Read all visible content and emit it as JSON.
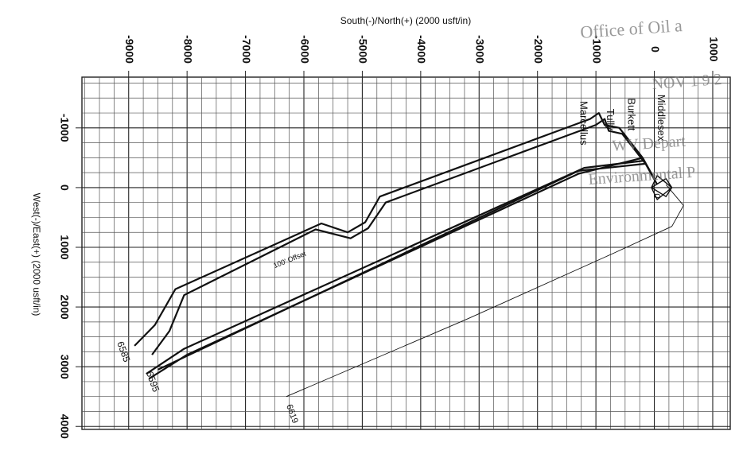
{
  "chart_data": {
    "type": "line",
    "title": "",
    "top_axis_label": "South(-)/North(+) (2000 usft/in)",
    "left_axis_label": "West(-)/East(+) (2000 usft/in)",
    "x_ticks": [
      -9000,
      -8000,
      -7000,
      -6000,
      -5000,
      -4000,
      -3000,
      -2000,
      -1000,
      0,
      1000
    ],
    "x_tick_labels": [
      "-9000",
      "-8000",
      "-7000",
      "-6000",
      "-5000",
      "-4000",
      "-3000",
      "-2000",
      "-1000",
      "0",
      "1000"
    ],
    "y_ticks": [
      -1000,
      0,
      1000,
      2000,
      3000,
      4000
    ],
    "y_tick_labels": [
      "-1000",
      "0",
      "1000",
      "2000",
      "3000",
      "4000"
    ],
    "xlim": [
      -9800,
      1300
    ],
    "ylim": [
      -1850,
      4050
    ],
    "grid": true,
    "formation_labels": [
      {
        "text": "Marcellus"
      },
      {
        "text": "Tully"
      },
      {
        "text": "Burkett"
      },
      {
        "text": "Middlesex"
      }
    ],
    "annotations": [
      {
        "text": "100' Offset"
      },
      {
        "text": "6585"
      },
      {
        "text": "6595"
      },
      {
        "text": "6619"
      },
      {
        "text": "0"
      }
    ],
    "series": [
      {
        "points": [
          [
            -8600,
            2800
          ],
          [
            -8300,
            2400
          ],
          [
            -8050,
            1800
          ],
          [
            -5800,
            700
          ],
          [
            -5200,
            850
          ],
          [
            -4900,
            680
          ],
          [
            -4600,
            250
          ],
          [
            -1000,
            -1050
          ],
          [
            -850,
            -1150
          ],
          [
            -780,
            -950
          ],
          [
            -550,
            -900
          ],
          [
            -350,
            -650
          ],
          [
            -150,
            -400
          ],
          [
            50,
            -50
          ]
        ]
      },
      {
        "points": [
          [
            -8900,
            2650
          ],
          [
            -8550,
            2300
          ],
          [
            -8200,
            1700
          ],
          [
            -5700,
            600
          ],
          [
            -5250,
            750
          ],
          [
            -4950,
            580
          ],
          [
            -4700,
            150
          ],
          [
            -1100,
            -1150
          ],
          [
            -950,
            -1250
          ],
          [
            -850,
            -1050
          ],
          [
            -600,
            -1000
          ],
          [
            -400,
            -750
          ],
          [
            -200,
            -500
          ],
          [
            0,
            -150
          ]
        ]
      },
      {
        "points": [
          [
            -8500,
            3050
          ],
          [
            -1300,
            -280
          ],
          [
            -150,
            -400
          ]
        ]
      },
      {
        "points": [
          [
            -8650,
            3200
          ],
          [
            -8000,
            2800
          ],
          [
            -1300,
            -230
          ],
          [
            -200,
            -500
          ]
        ]
      },
      {
        "points": [
          [
            -8700,
            3120
          ],
          [
            -8050,
            2700
          ],
          [
            -1200,
            -330
          ],
          [
            -180,
            -450
          ]
        ]
      },
      {
        "points": [
          [
            -6300,
            3500
          ],
          [
            -3200,
            2200
          ],
          [
            -700,
            1100
          ],
          [
            300,
            650
          ],
          [
            500,
            300
          ],
          [
            200,
            -50
          ]
        ]
      }
    ],
    "well_pad": [
      [
        -50,
        0
      ],
      [
        200,
        -150
      ],
      [
        300,
        0
      ],
      [
        200,
        150
      ],
      [
        -50,
        0
      ],
      [
        50,
        -200
      ],
      [
        300,
        0
      ],
      [
        50,
        200
      ],
      [
        -50,
        0
      ]
    ]
  },
  "watermark": {
    "line1": "Office of Oil a",
    "line2": "NOV 1 9 2",
    "line3": "WV Depart",
    "line4": "Environmental P"
  }
}
